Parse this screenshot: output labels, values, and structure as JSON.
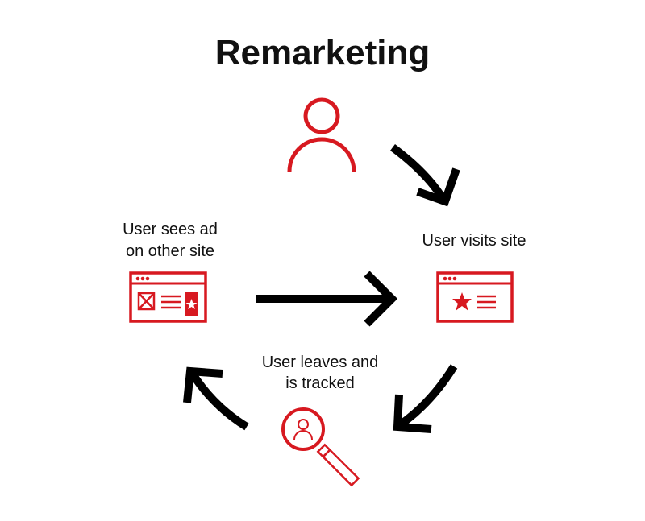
{
  "title": "Remarketing",
  "colors": {
    "accent": "#d71920",
    "arrow": "#000000"
  },
  "steps": {
    "visit": {
      "label": "User visits site",
      "icon": "browser-star-icon"
    },
    "leave": {
      "line1": "User leaves and",
      "line2": "is tracked",
      "icon": "magnifier-user-icon"
    },
    "ad": {
      "line1": "User sees ad",
      "line2": "on other site",
      "icon": "browser-ad-icon"
    },
    "user": {
      "icon": "user-icon"
    }
  }
}
